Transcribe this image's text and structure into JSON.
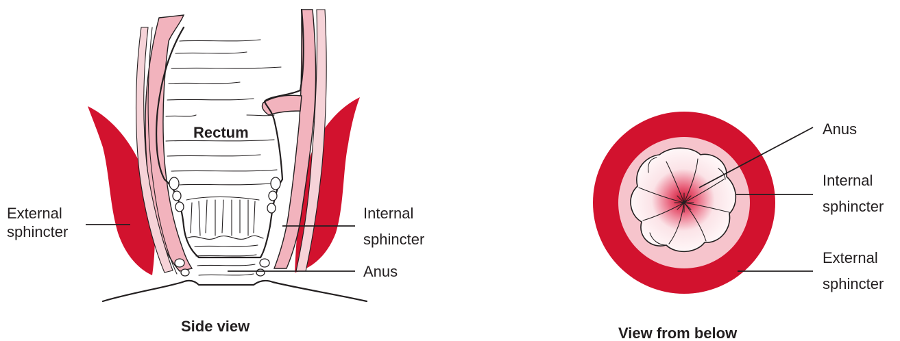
{
  "colors": {
    "muscle_red": "#d2122e",
    "mucosa_pink": "#f2b3bd",
    "light_pink": "#f6d3d8",
    "ink": "#231f20",
    "background": "#ffffff"
  },
  "side_view": {
    "caption": "Side view",
    "rectum_label": "Rectum",
    "external_label_line1": "External",
    "external_label_line2": "sphincter",
    "internal_label_line1": "Internal",
    "internal_label_line2": "sphincter",
    "anus_label": "Anus"
  },
  "below_view": {
    "caption": "View from below",
    "anus_label": "Anus",
    "internal_label_line1": "Internal",
    "internal_label_line2": "sphincter",
    "external_label_line1": "External",
    "external_label_line2": "sphincter"
  }
}
